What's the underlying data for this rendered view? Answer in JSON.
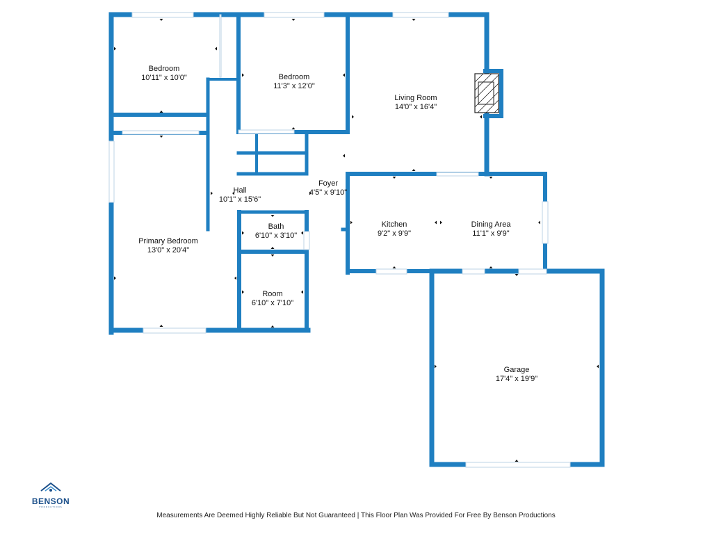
{
  "colors": {
    "wall": "#1f7fc1",
    "window": "#bcd3e6",
    "background": "#ffffff",
    "brand": "#1b4f8a"
  },
  "rooms": [
    {
      "id": "bedroom-1",
      "name": "Bedroom",
      "dims": "10'11\" x 10'0\""
    },
    {
      "id": "bedroom-2",
      "name": "Bedroom",
      "dims": "11'3\" x 12'0\""
    },
    {
      "id": "living-room",
      "name": "Living Room",
      "dims": "14'0\" x 16'4\""
    },
    {
      "id": "hall",
      "name": "Hall",
      "dims": "10'1\" x 15'6\""
    },
    {
      "id": "foyer",
      "name": "Foyer",
      "dims": "4'5\" x 9'10\""
    },
    {
      "id": "primary-bedroom",
      "name": "Primary Bedroom",
      "dims": "13'0\" x 20'4\""
    },
    {
      "id": "bath",
      "name": "Bath",
      "dims": "6'10\" x 3'10\""
    },
    {
      "id": "kitchen",
      "name": "Kitchen",
      "dims": "9'2\" x 9'9\""
    },
    {
      "id": "dining-area",
      "name": "Dining Area",
      "dims": "11'1\" x 9'9\""
    },
    {
      "id": "room",
      "name": "Room",
      "dims": "6'10\" x 7'10\""
    },
    {
      "id": "garage",
      "name": "Garage",
      "dims": "17'4\" x 19'9\""
    }
  ],
  "logo": {
    "name": "BENSON",
    "tagline": "PRODUCTIONS",
    "icon": "house-logo-icon"
  },
  "footer": "Measurements Are Deemed Highly Reliable But Not Guaranteed | This Floor Plan Was Provided For Free By Benson Productions"
}
